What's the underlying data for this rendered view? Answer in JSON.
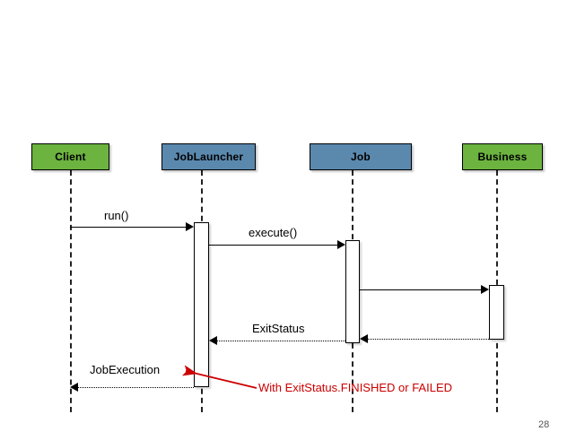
{
  "slide": {
    "page_number": "28",
    "background_color": "#ffffff"
  },
  "colors": {
    "client_fill": "#6CB33F",
    "joblauncher_fill": "#5B89AE",
    "job_fill": "#5B89AE",
    "business_fill": "#6CB33F",
    "border": "#000000",
    "annotation_red": "#CC0000",
    "lifeline": "#222222"
  },
  "diagram": {
    "type": "uml-sequence-diagram",
    "participants": [
      {
        "id": "client",
        "label": "Client",
        "fill": "#6CB33F"
      },
      {
        "id": "joblauncher",
        "label": "JobLauncher",
        "fill": "#5B89AE"
      },
      {
        "id": "job",
        "label": "Job",
        "fill": "#5B89AE"
      },
      {
        "id": "business",
        "label": "Business",
        "fill": "#6CB33F"
      }
    ],
    "messages": [
      {
        "id": "m1",
        "label": "run()",
        "from": "client",
        "to": "joblauncher",
        "kind": "call",
        "line": "solid"
      },
      {
        "id": "m2",
        "label": "execute()",
        "from": "joblauncher",
        "to": "job",
        "kind": "call",
        "line": "solid"
      },
      {
        "id": "m3",
        "label": "",
        "from": "job",
        "to": "business",
        "kind": "call",
        "line": "solid"
      },
      {
        "id": "m4",
        "label": "",
        "from": "business",
        "to": "job",
        "kind": "return",
        "line": "dotted"
      },
      {
        "id": "m5",
        "label": "ExitStatus",
        "from": "job",
        "to": "joblauncher",
        "kind": "return",
        "line": "dotted"
      },
      {
        "id": "m6",
        "label": "JobExecution",
        "from": "joblauncher",
        "to": "client",
        "kind": "return",
        "line": "dotted"
      }
    ],
    "annotation": {
      "text": "With ExitStatus.FINISHED or FAILED",
      "color": "#CC0000",
      "points_to": "JobExecution return message"
    }
  }
}
